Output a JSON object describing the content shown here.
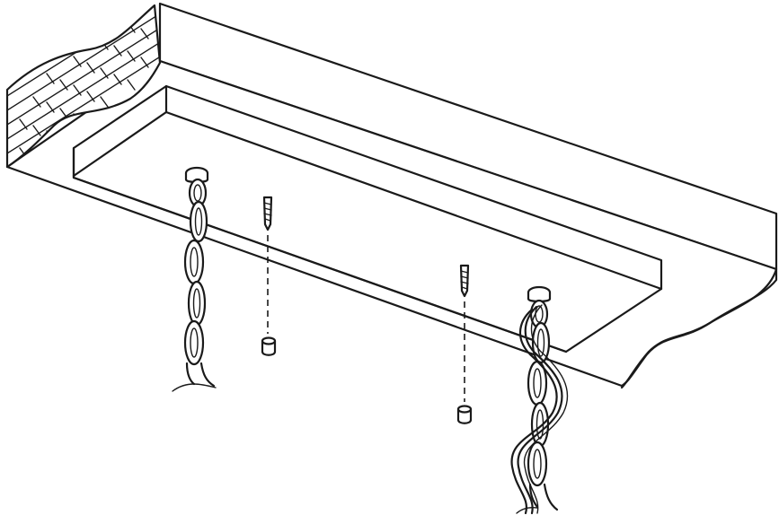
{
  "diagram": {
    "kind": "installation-illustration",
    "colors": {
      "ink": "#1a1a1a",
      "background": "#ffffff"
    },
    "parts": [
      "ceiling-beam",
      "brick-wall-cutaway",
      "mounting-plate",
      "left-ceiling-hook",
      "left-chain",
      "right-ceiling-hook",
      "right-chain",
      "wire-wrapped-around-right-chain",
      "left-screw",
      "left-wall-anchor",
      "right-screw",
      "right-wall-anchor"
    ]
  }
}
